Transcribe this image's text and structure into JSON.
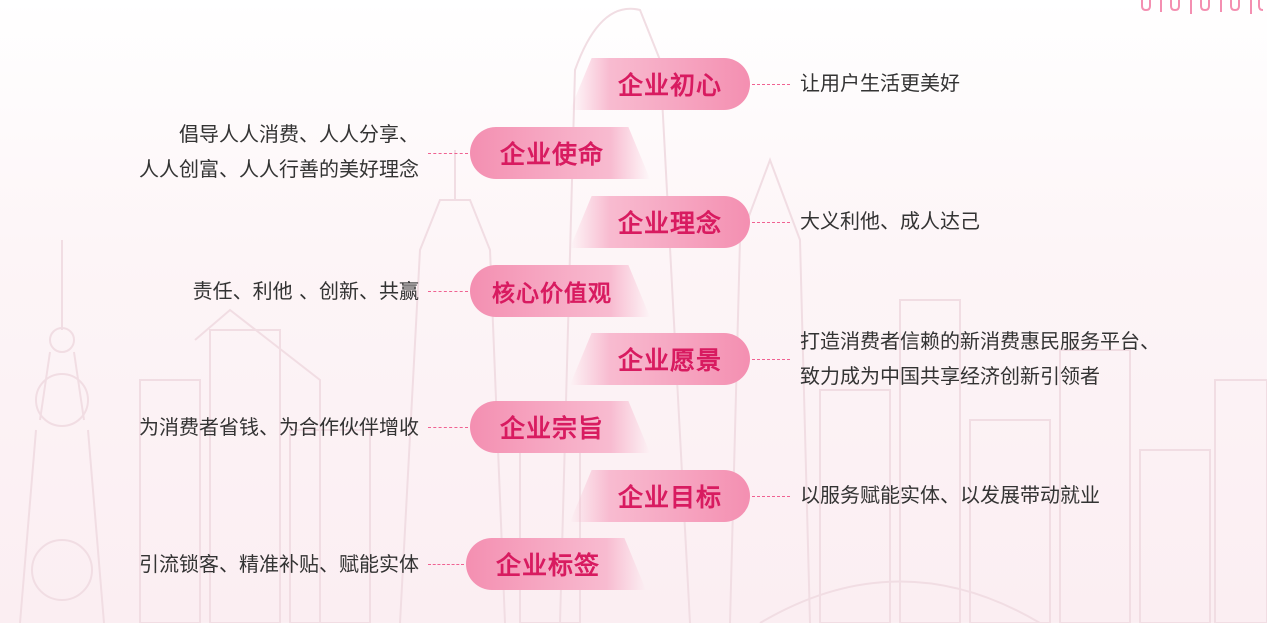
{
  "items": [
    {
      "title": "企业初心",
      "side": "right",
      "lines": [
        "让用户生活更美好"
      ]
    },
    {
      "title": "企业使命",
      "side": "left",
      "lines": [
        "倡导人人消费、人人分享、",
        "人人创富、人人行善的美好理念"
      ]
    },
    {
      "title": "企业理念",
      "side": "right",
      "lines": [
        "大义利他、成人达己"
      ]
    },
    {
      "title": "核心价值观",
      "side": "left",
      "lines": [
        "责任、利他 、创新、共赢"
      ]
    },
    {
      "title": "企业愿景",
      "side": "right",
      "lines": [
        "打造消费者信赖的新消费惠民服务平台、",
        "致力成为中国共享经济创新引领者"
      ]
    },
    {
      "title": "企业宗旨",
      "side": "left",
      "lines": [
        "为消费者省钱、为合作伙伴增收"
      ]
    },
    {
      "title": "企业目标",
      "side": "right",
      "lines": [
        "以服务赋能实体、以发展带动就业"
      ]
    },
    {
      "title": "企业标签",
      "side": "left",
      "lines": [
        "引流锁客、精准补贴、赋能实体"
      ]
    }
  ],
  "colors": {
    "accent": "#d81b60",
    "pill_light": "#f8bbd0",
    "pill_dark": "#f48fb1",
    "text": "#333333",
    "dash": "#f06292"
  },
  "decor": {
    "background": "faint city skyline illustration",
    "corner": "pink-bar-decoration"
  }
}
